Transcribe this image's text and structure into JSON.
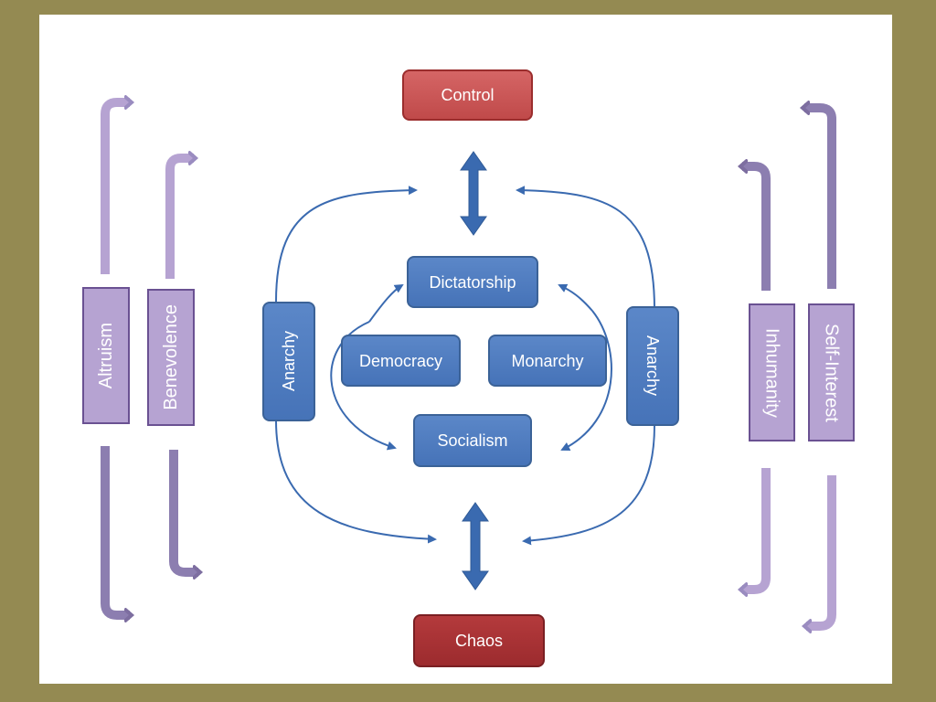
{
  "nodes": {
    "control": "Control",
    "chaos": "Chaos",
    "dictatorship": "Dictatorship",
    "democracy": "Democracy",
    "monarchy": "Monarchy",
    "socialism": "Socialism",
    "anarchy_left": "Anarchy",
    "anarchy_right": "Anarchy",
    "altruism": "Altruism",
    "benevolence": "Benevolence",
    "inhumanity": "Inhumanity",
    "self_interest": "Self-Interest"
  },
  "colors": {
    "frame": "#948a52",
    "blue_box": "#4f7cc0",
    "control_box": "#cd5757",
    "chaos_box": "#a83234",
    "purple_box": "#b6a3d2",
    "arrow_blue": "#3a6ab0",
    "arrow_purple": "#8c7eb0"
  }
}
